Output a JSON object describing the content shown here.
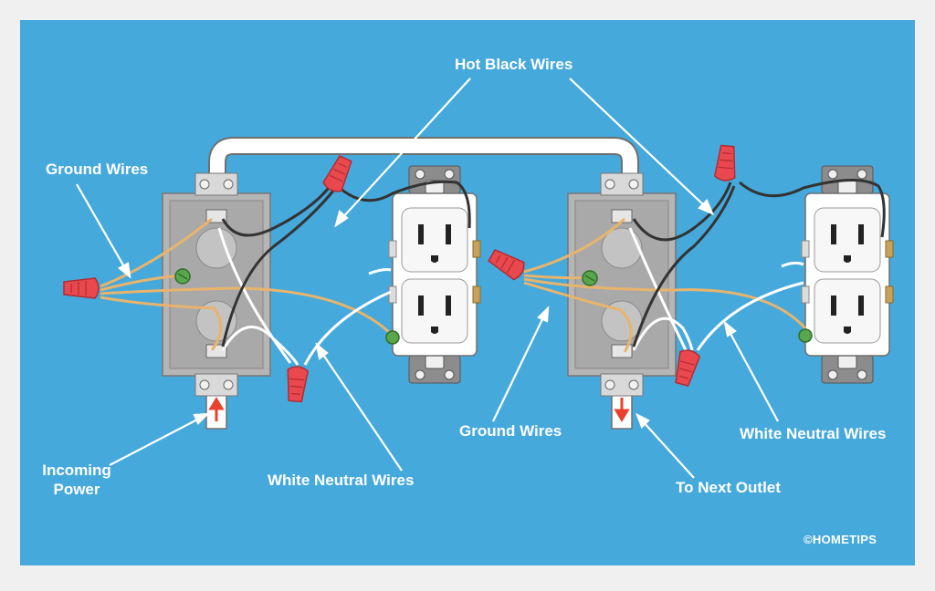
{
  "labels": {
    "hot_black_wires": "Hot Black Wires",
    "ground_wires_left": "Ground Wires",
    "ground_wires_right": "Ground Wires",
    "incoming_power_line1": "Incoming",
    "incoming_power_line2": "Power",
    "white_neutral_left": "White Neutral Wires",
    "white_neutral_right": "White Neutral Wires",
    "to_next_outlet": "To Next Outlet"
  },
  "copyright": "©HOMETIPS",
  "colors": {
    "background_blue": "#46a9dc",
    "frame_gray": "#f0f0f0",
    "wire_nut_red": "#e8484e",
    "ground_wire": "#e8b46c",
    "hot_wire": "#333333",
    "neutral_wire": "#ffffff",
    "box_gray": "#b5b5b5",
    "arrow_red": "#e8412c"
  }
}
